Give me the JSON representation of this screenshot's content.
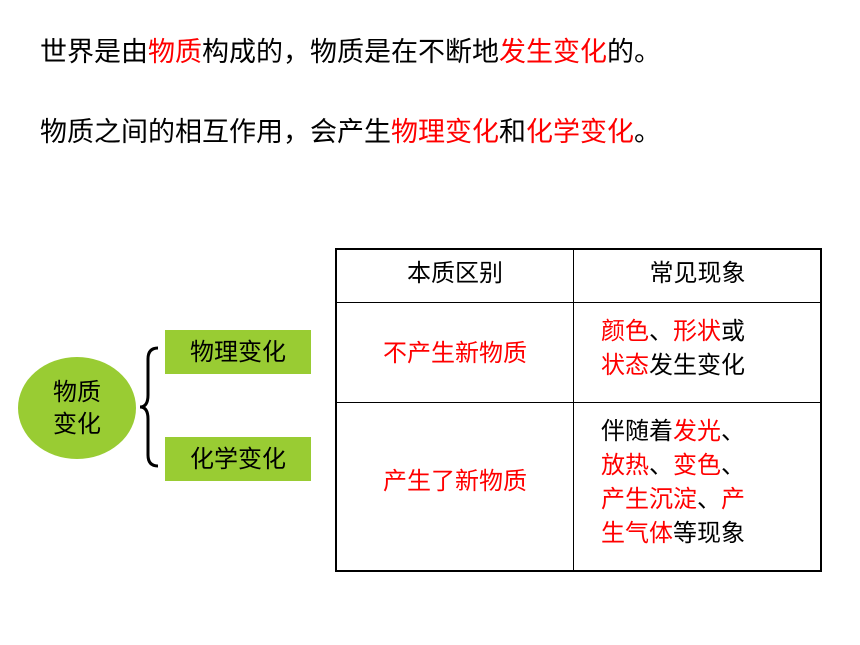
{
  "line1": [
    "世界是由",
    "物质",
    "构成的，物质是在不断地",
    "发生变化",
    "的。"
  ],
  "line2": [
    "物质之间的相互作用，会产生",
    "物理变化",
    "和",
    "化学变化",
    "。"
  ],
  "diagram": {
    "center": [
      "物质",
      "变化"
    ],
    "physical": "物理变化",
    "chemical": "化学变化"
  },
  "table": {
    "headers": [
      "本质区别",
      "常见现象"
    ],
    "row1": {
      "difference": "不产生新物质",
      "phenomena": [
        [
          "颜色",
          "、"
        ],
        [
          "形状",
          "或"
        ],
        [
          "状态",
          "发生变化"
        ]
      ]
    },
    "row2": {
      "difference": "产生了新物质",
      "phenomena": [
        "伴随着",
        "发光",
        "、",
        "放热",
        "、",
        "变色",
        "、",
        "产生沉淀",
        "、",
        "产",
        "生气体",
        "等现象"
      ]
    }
  },
  "colors": {
    "accent_red": "#ff0000",
    "box_green": "#99cc33"
  }
}
